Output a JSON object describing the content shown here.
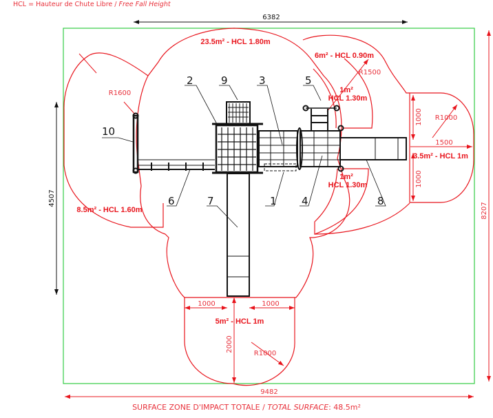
{
  "legend": {
    "abbr": "HCL = Hauteur de Chute Libre /",
    "translation": "Free Fall Height"
  },
  "dimensions": {
    "structure_width": "6382",
    "structure_depth": "4507",
    "total_width": "9482",
    "total_depth": "8207",
    "right_zone_upper": "1000",
    "right_zone_lower": "1000",
    "right_zone_extent": "1500",
    "bottom_zone_left": "1000",
    "bottom_zone_right": "1000",
    "bottom_zone_extent": "2000"
  },
  "radii": {
    "left": "R1600",
    "top_right": "R1500",
    "right": "R1000",
    "bottom": "R1000"
  },
  "zones": {
    "main": "23.5m² - HCL 1.80m",
    "top_right": "6m² - HCL 0.90m",
    "small_upper_line1": "1m²",
    "small_upper_line2": "HCL 1.30m",
    "small_lower_line1": "1m²",
    "small_lower_line2": "HCL 1.30m",
    "right": "3.5m² - HCL 1m",
    "left": "8.5m² - HCL 1.60m",
    "bottom": "5m² - HCL 1m"
  },
  "part_labels": [
    "1",
    "2",
    "3",
    "4",
    "5",
    "6",
    "7",
    "8",
    "9",
    "10"
  ],
  "total": {
    "label": "SURFACE ZONE D'IMPACT TOTALE /",
    "label_en": "TOTAL SURFACE",
    "value": ": 48.5m²"
  },
  "colors": {
    "impact_zone": "#e8141c",
    "boundary": "#33cc44",
    "structure": "#111111"
  }
}
